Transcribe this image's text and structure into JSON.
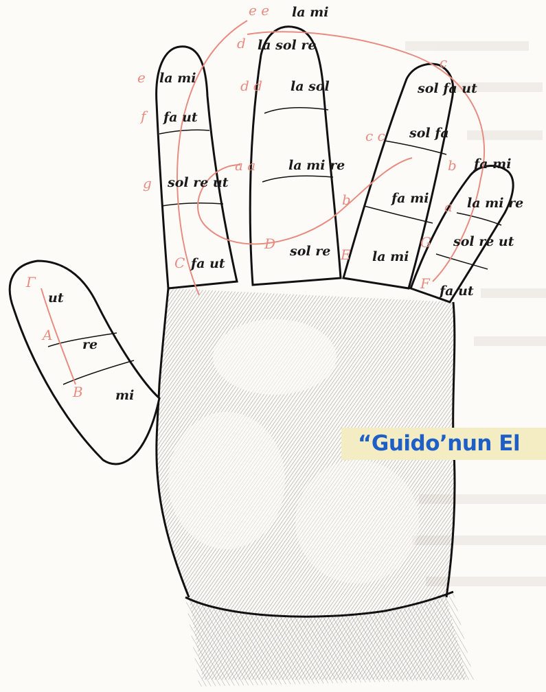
{
  "banner": {
    "text": "“Guido’nun El"
  },
  "fingers": {
    "thumb": [
      "ut",
      "re",
      "mi"
    ],
    "index": [
      "la mi",
      "fa ut",
      "sol re ut",
      "fa ut"
    ],
    "middle": [
      "la mi",
      "la sol re",
      "la sol",
      "la mi re",
      "sol re"
    ],
    "ring": [
      "sol fa ut",
      "sol fa",
      "fa mi",
      "la mi"
    ],
    "little": [
      "fa mi",
      "la mi re",
      "sol re ut",
      "fa ut"
    ]
  },
  "red_letters": {
    "thumb": [
      "Γ",
      "A",
      "B"
    ],
    "top": [
      "e e",
      "d",
      "d d",
      "c"
    ],
    "left": [
      "e",
      "f",
      "g",
      "C"
    ],
    "middle": [
      "a a",
      "b",
      "D",
      "E"
    ],
    "ring": [
      "c c",
      "b",
      "a",
      "G",
      "F"
    ]
  },
  "colors": {
    "ink": "#1a1a1a",
    "red_ink": "#e88b80",
    "banner_bg": "#f4edc4",
    "banner_text": "#1d5fc7"
  }
}
